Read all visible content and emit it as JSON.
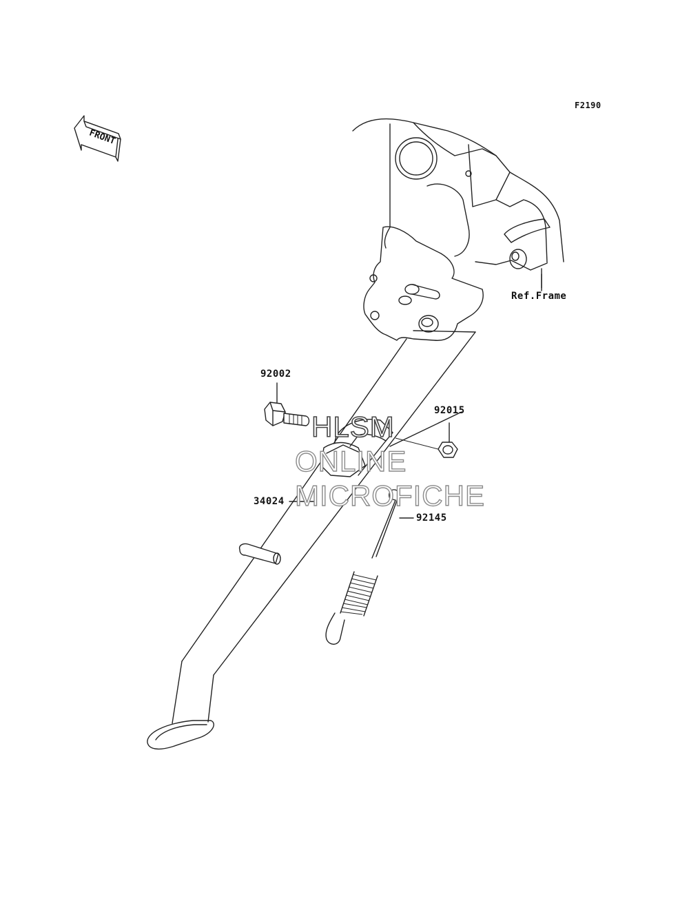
{
  "diagram_code": "F2190",
  "front_indicator": "FRONT",
  "ref_label": "Ref.Frame",
  "parts": {
    "bolt": "92002",
    "nut": "92015",
    "stand": "34024",
    "spring": "92145"
  },
  "watermark": {
    "line1": "HLSM",
    "line2": "ONLINE",
    "line3": "MICROFICHE"
  }
}
